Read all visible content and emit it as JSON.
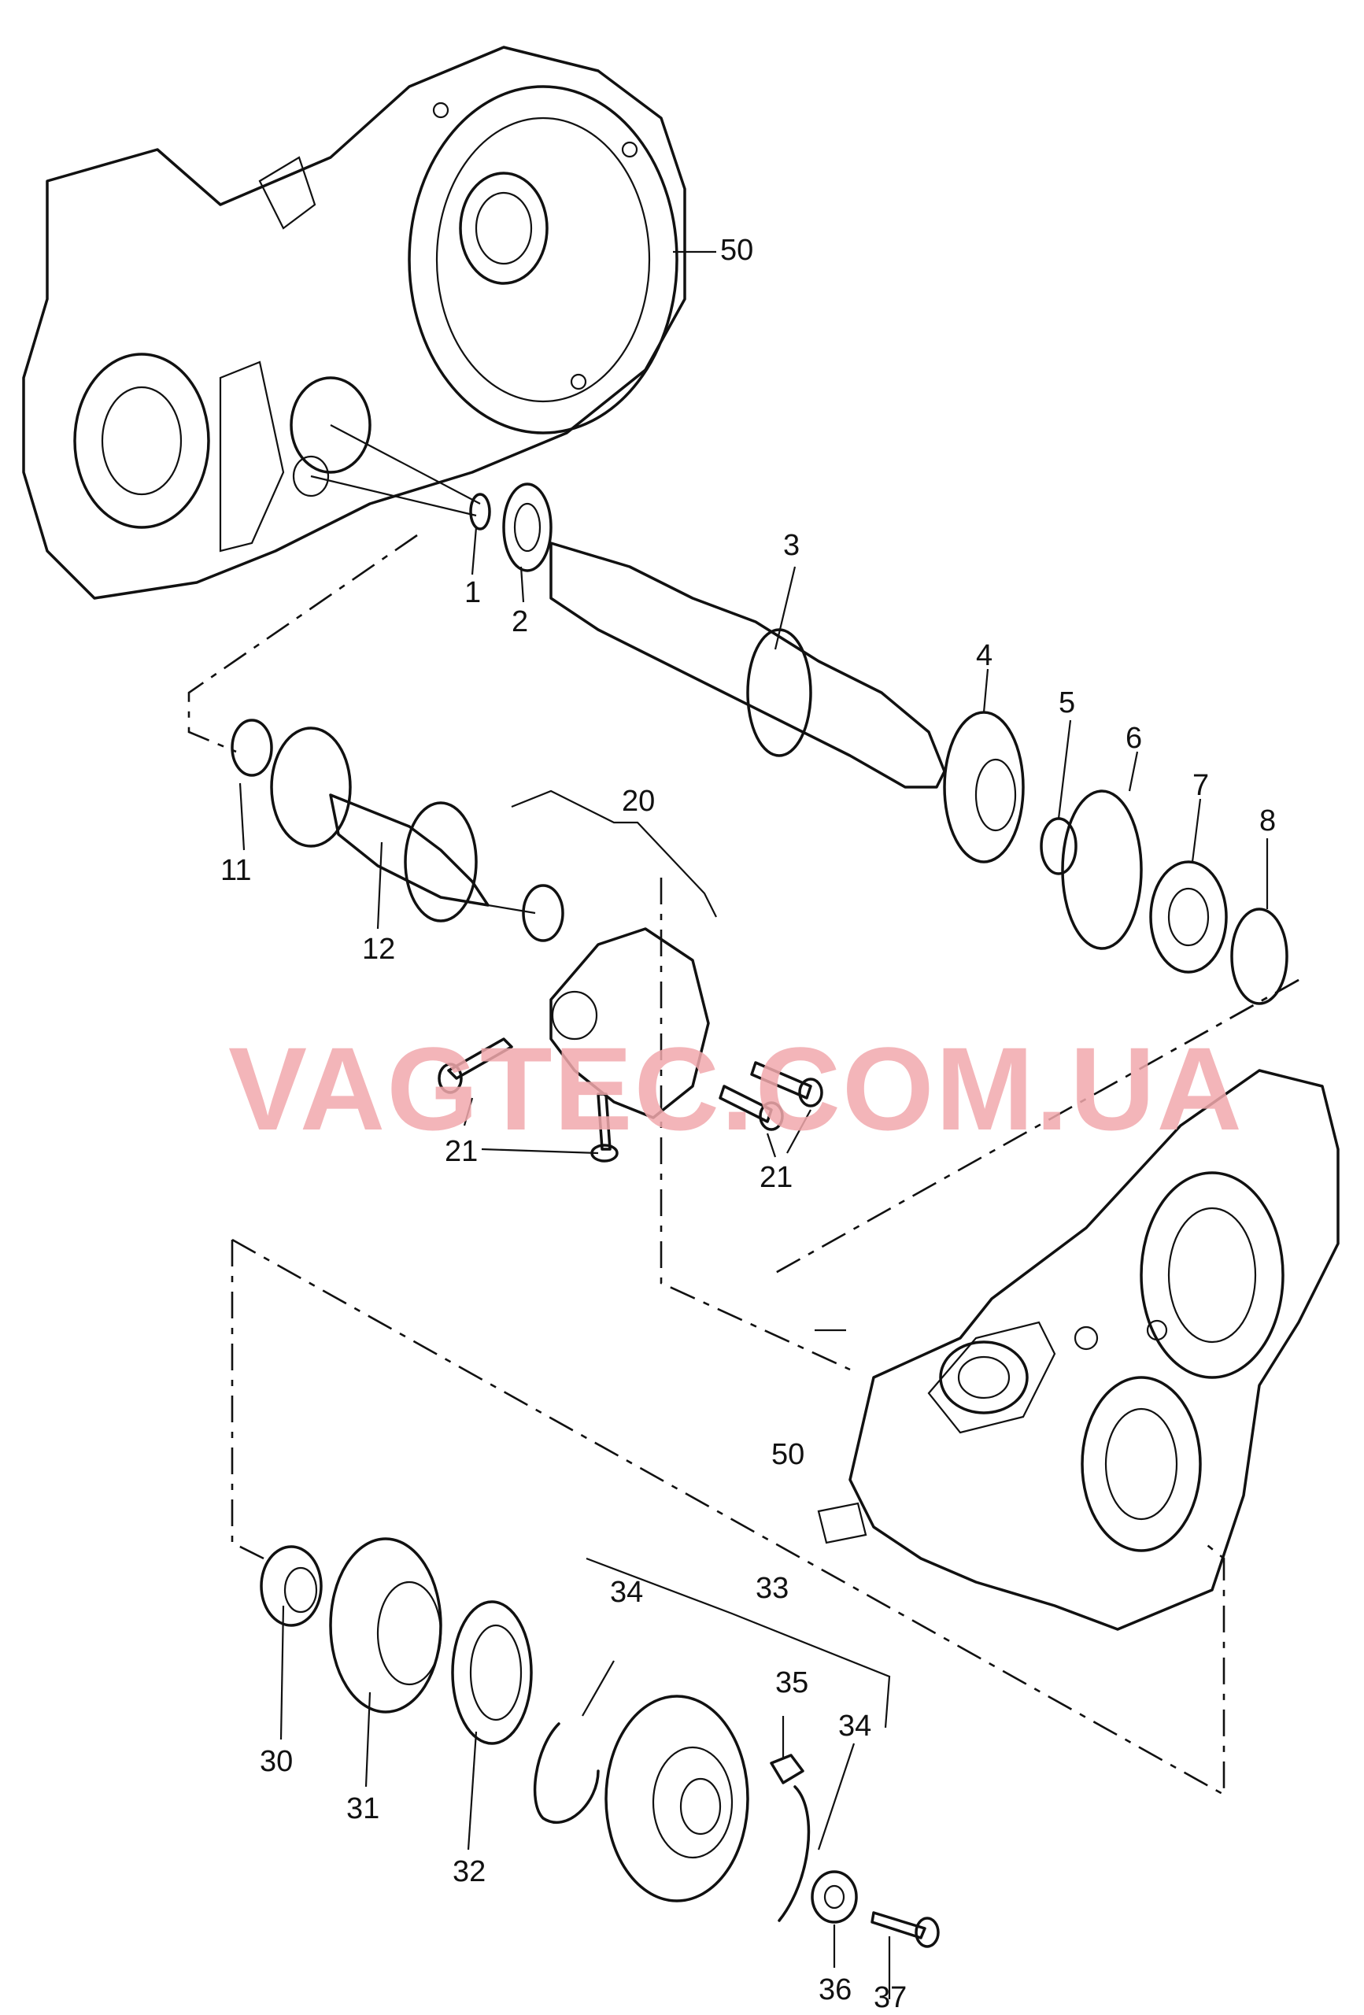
{
  "watermark": "VAGTEC.COM.UA",
  "callouts": {
    "c1": "1",
    "c2": "2",
    "c3": "3",
    "c4": "4",
    "c5": "5",
    "c6": "6",
    "c7": "7",
    "c8": "8",
    "c11": "11",
    "c12": "12",
    "c20": "20",
    "c21a": "21",
    "c21b": "21",
    "c30": "30",
    "c31": "31",
    "c32": "32",
    "c33": "33",
    "c34a": "34",
    "c34b": "34",
    "c35": "35",
    "c36": "36",
    "c37": "37",
    "c50a": "50",
    "c50b": "50"
  },
  "parts": [
    {
      "icon": "gearbox-housing-icon"
    },
    {
      "icon": "input-shaft-icon"
    },
    {
      "icon": "gear-icon"
    },
    {
      "icon": "bearing-icon"
    },
    {
      "icon": "circlip-icon"
    },
    {
      "icon": "bolt-icon"
    },
    {
      "icon": "synchronizer-hub-icon"
    }
  ]
}
